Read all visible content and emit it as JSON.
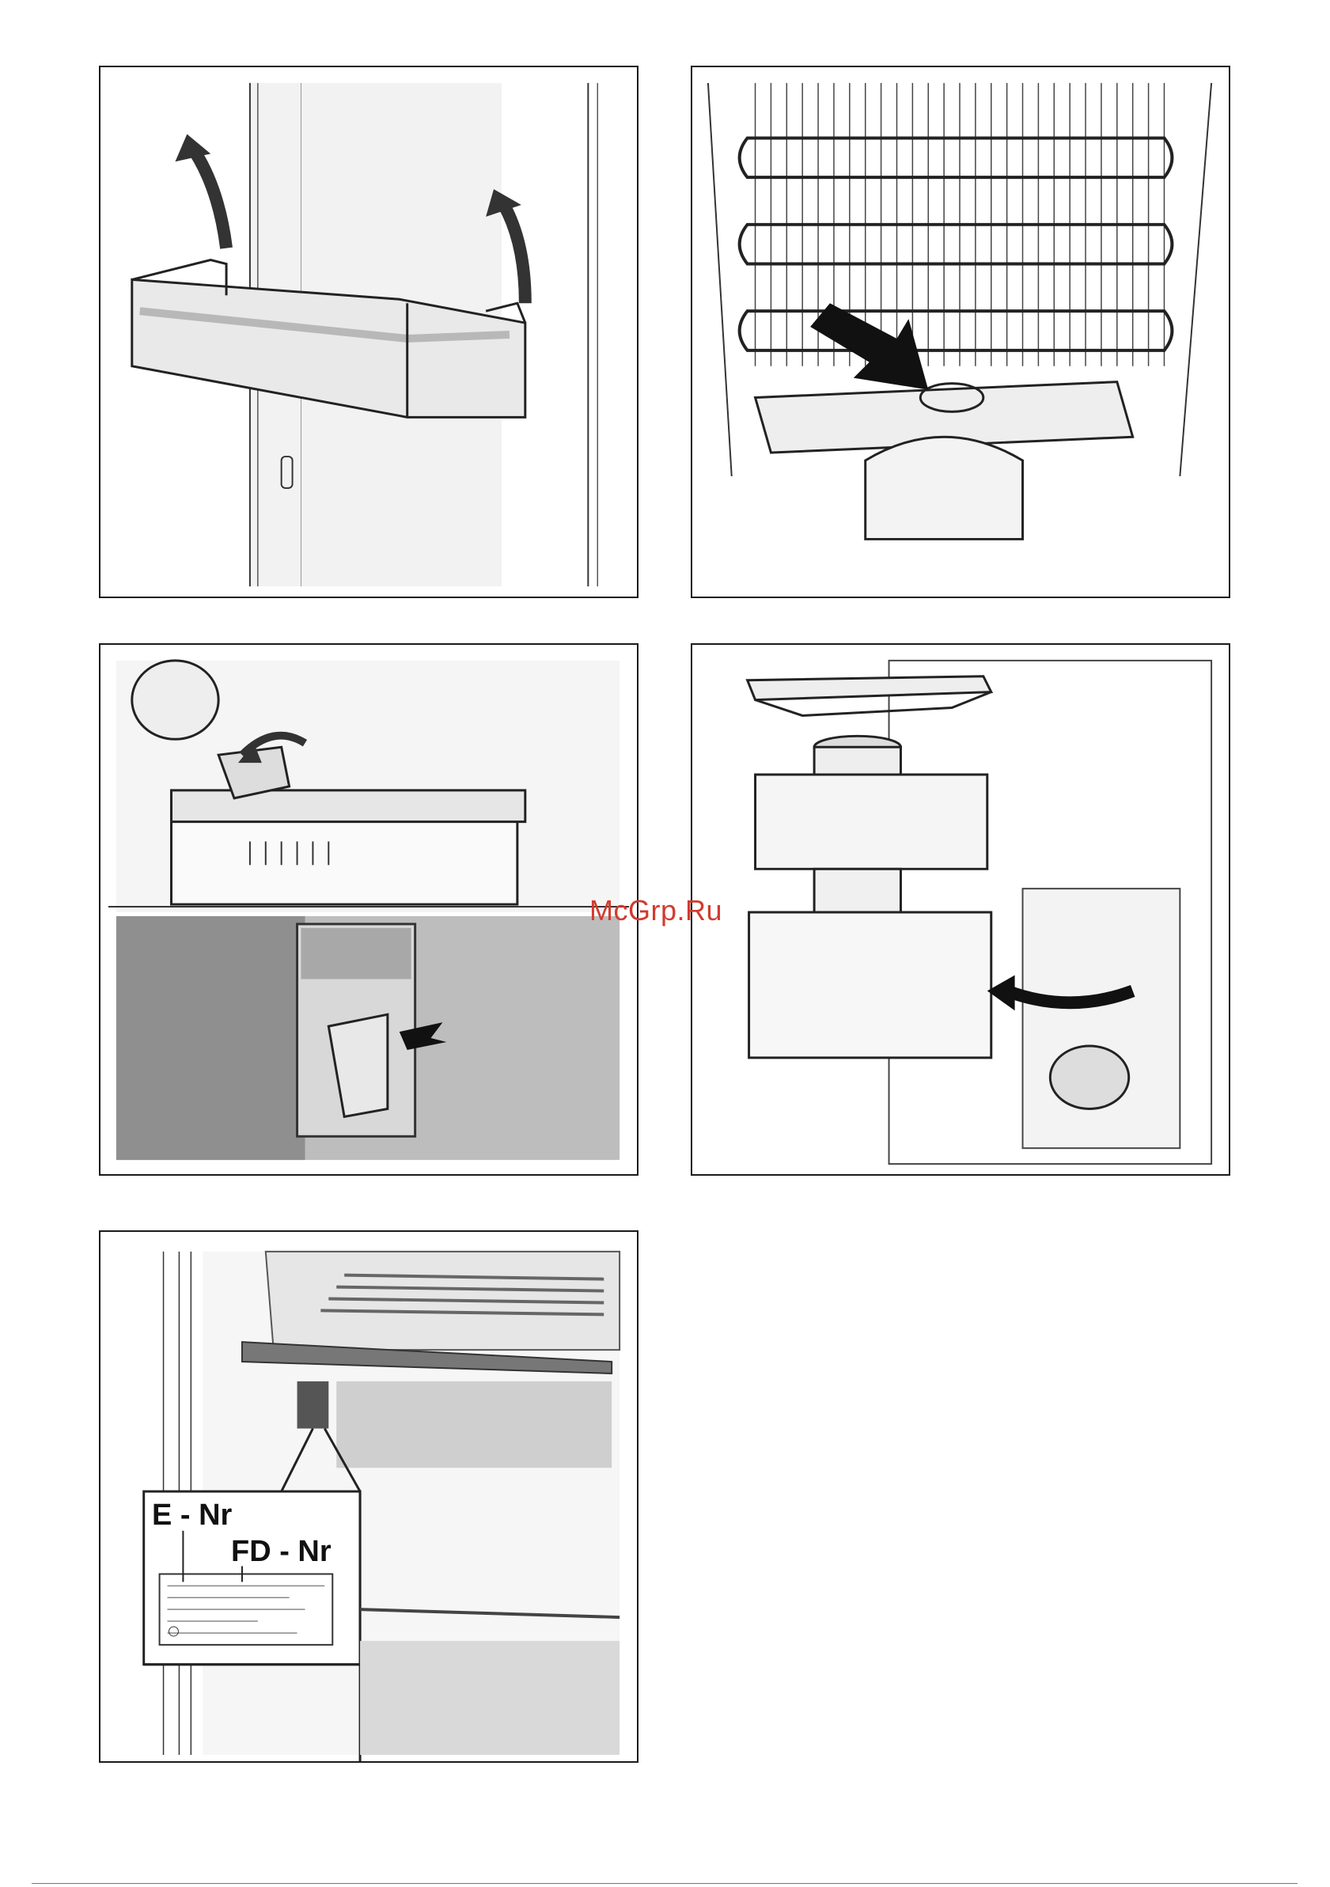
{
  "watermark": "McGrp.Ru",
  "rating_plate": {
    "e_nr_label": "E - Nr",
    "fd_nr_label": "FD - Nr"
  },
  "panels": [
    {
      "icon": "door-shelf-removal-icon"
    },
    {
      "icon": "compressor-evaporation-tray-icon"
    },
    {
      "icon": "water-tank-dispenser-icon"
    },
    {
      "icon": "water-tank-filter-icon"
    },
    {
      "icon": "rating-plate-icon"
    }
  ],
  "colors": {
    "watermark": "#d23b2e",
    "frame": "#1a1a1a"
  }
}
